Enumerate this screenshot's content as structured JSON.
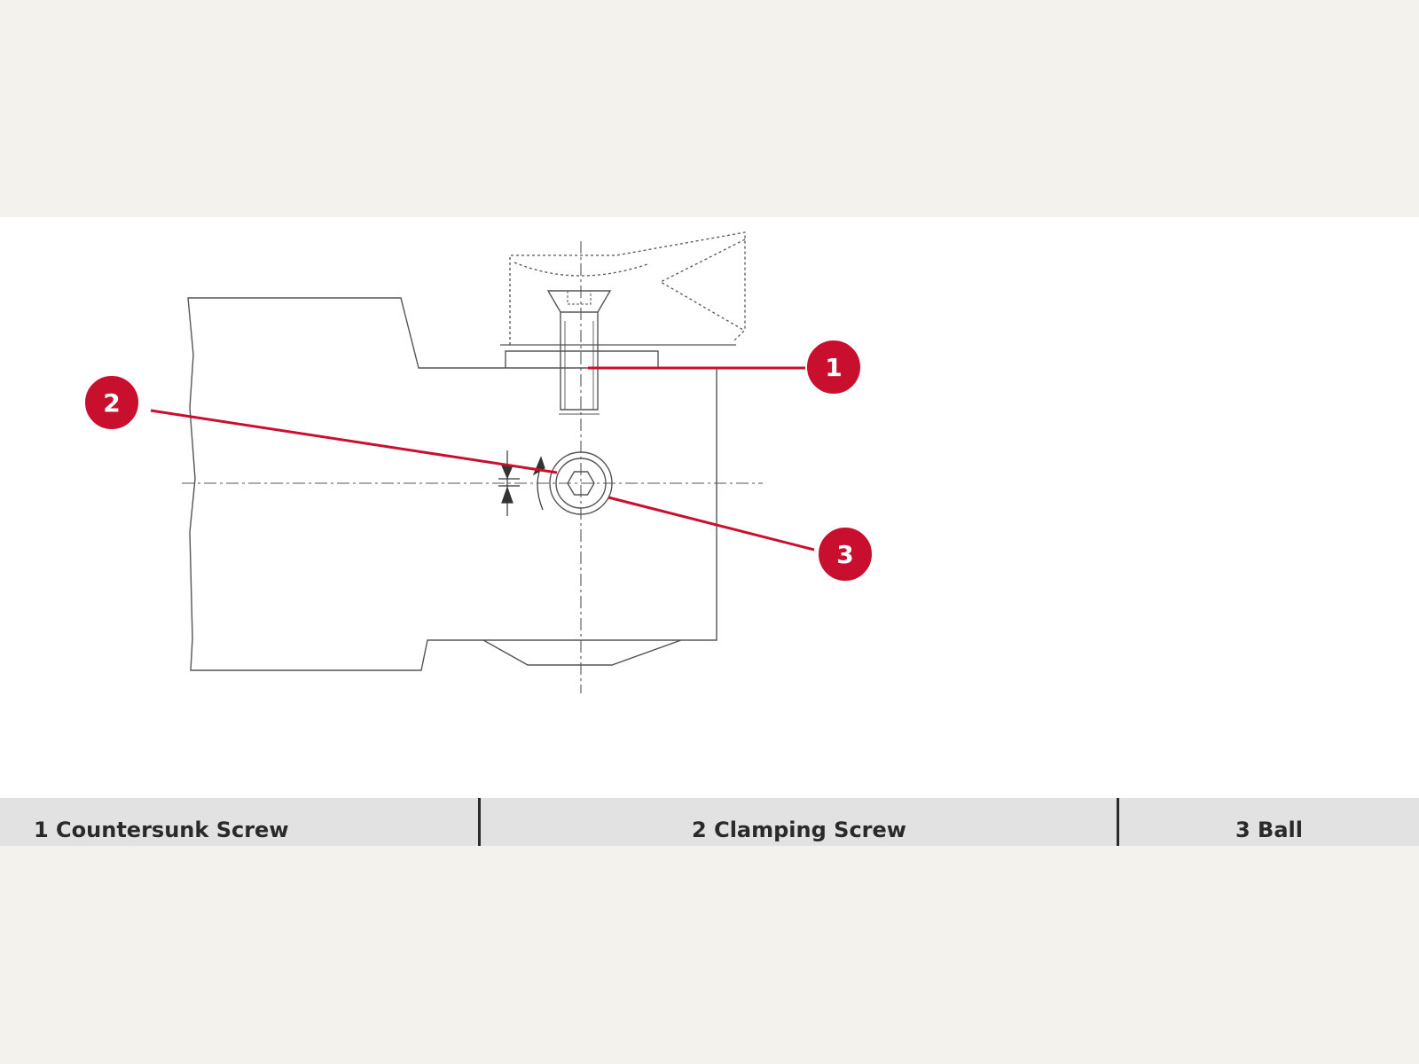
{
  "diagram": {
    "callouts": [
      {
        "number": "1",
        "label": "Countersunk Screw"
      },
      {
        "number": "2",
        "label": "Clamping Screw"
      },
      {
        "number": "3",
        "label": "Ball"
      }
    ],
    "colors": {
      "callout_red": "#c8102e",
      "line": "#555555",
      "panel": "#ffffff",
      "background": "#f3f2ec",
      "legend_bar": "#e2e2e2"
    }
  },
  "legend": {
    "item1": "1 Countersunk Screw",
    "item2": "2 Clamping Screw",
    "item3": "3 Ball"
  }
}
